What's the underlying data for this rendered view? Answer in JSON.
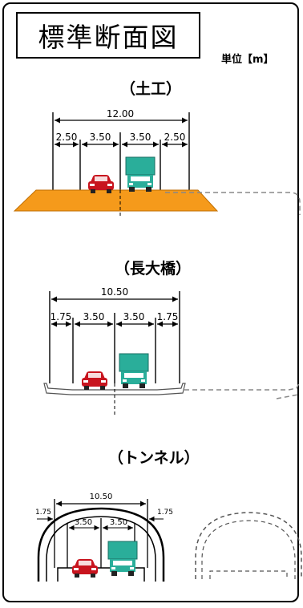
{
  "title": "標準断面図",
  "unit": "単位【m】",
  "sections": [
    {
      "name": "（土工）",
      "total": "12.00",
      "lanes": [
        "2.50",
        "3.50",
        "3.50",
        "2.50"
      ]
    },
    {
      "name": "（長大橋）",
      "total": "10.50",
      "lanes": [
        "1.75",
        "3.50",
        "3.50",
        "1.75"
      ]
    },
    {
      "name": "（トンネル）",
      "total": "10.50",
      "lanes": [
        "1.75",
        "3.50",
        "3.50",
        "1.75"
      ]
    }
  ],
  "colors": {
    "embankment": "#F59A1B",
    "truck": "#2AAE9A",
    "car": "#C8141E",
    "dashed": "#888888"
  }
}
